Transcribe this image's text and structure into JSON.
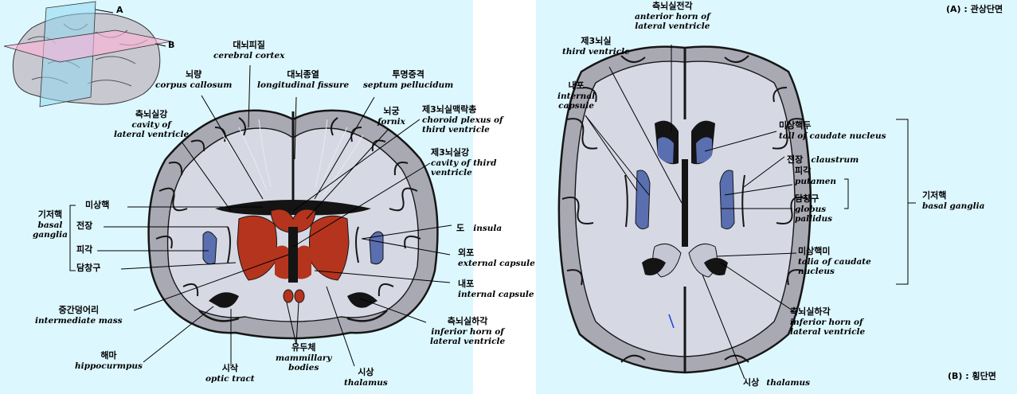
{
  "inset": {
    "plane_a": "A",
    "plane_b": "B"
  },
  "legend": {
    "a": "(A) : 관상단면",
    "b": "(B) : 횡단면"
  },
  "coronal": {
    "cerebral_cortex": {
      "ko": "대뇌피질",
      "en": "cerebral cortex"
    },
    "corpus_callosum": {
      "ko": "뇌량",
      "en": "corpus callosum"
    },
    "longitudinal_fissure": {
      "ko": "대뇌종열",
      "en": "longitudinal fissure"
    },
    "septum_pellucidum": {
      "ko": "투명중격",
      "en": "septum pellucidum"
    },
    "fornix": {
      "ko": "뇌궁",
      "en": "fornix"
    },
    "lateral_ventricle_cavity": {
      "ko": "측뇌실강",
      "en1": "cavity of",
      "en2": "lateral ventricle"
    },
    "choroid_plexus": {
      "ko": "제3뇌실맥락총",
      "en1": "choroid plexus of",
      "en2": "third ventricle"
    },
    "third_ventricle_cavity": {
      "ko": "제3뇌실강",
      "en1": "cavity of third",
      "en2": "ventricle"
    },
    "basal_ganglia": {
      "ko": "기저핵",
      "en1": "basal",
      "en2": "ganglia"
    },
    "caudate_nucleus": "미상핵",
    "claustrum": "전장",
    "putamen": "피각",
    "globus_pallidus": "담창구",
    "insula": {
      "ko": "도",
      "en": "insula"
    },
    "external_capsule": {
      "ko": "외포",
      "en": "external capsule"
    },
    "internal_capsule": {
      "ko": "내포",
      "en": "internal capsule"
    },
    "intermediate_mass": {
      "ko": "중간덩어리",
      "en": "intermediate mass"
    },
    "inferior_horn": {
      "ko": "측뇌실하각",
      "en1": "inferior horn of",
      "en2": "lateral ventricle"
    },
    "hippocampus": {
      "ko": "해마",
      "en": "hippocurmpus"
    },
    "optic_tract": {
      "ko": "시삭",
      "en": "optic tract"
    },
    "mammillary_bodies": {
      "ko": "유두체",
      "en1": "mammillary",
      "en2": "bodies"
    },
    "thalamus": {
      "ko": "시상",
      "en": "thalamus"
    }
  },
  "horizontal": {
    "anterior_horn": {
      "ko": "측뇌실전각",
      "en1": "anterior horn of",
      "en2": "lateral ventricle"
    },
    "third_ventricle": {
      "ko": "제3뇌실",
      "en": "third ventricle"
    },
    "internal_capsule": {
      "ko": "내포",
      "en1": "internal",
      "en2": "capsule"
    },
    "caudate_head": {
      "ko": "미상핵두",
      "en": "tail of caudate nucleus"
    },
    "claustrum": {
      "ko": "전장",
      "en": "claustrum"
    },
    "putamen": {
      "ko": "피각",
      "en": "putamen"
    },
    "globus_pallidus": {
      "ko": "담창구",
      "en1": "globus",
      "en2": "pallidus"
    },
    "basal_ganglia": {
      "ko": "기저핵",
      "en": "basal ganglia"
    },
    "caudate_tail": {
      "ko": "미상핵미",
      "en1": "talia of caudate",
      "en2": "nucleus"
    },
    "inferior_horn": {
      "ko": "측뇌실하각",
      "en1": "inferior horn of",
      "en2": "lateral ventricle"
    },
    "thalamus": {
      "ko": "시상",
      "en": "thalamus"
    }
  },
  "colors": {
    "background": "#ddf7ff",
    "cortex_gray": "#a9a9b4",
    "white_matter": "#d6d8e4",
    "outline": "#161616",
    "ventricle_dark": "#141414",
    "nuclei_red": "#b5341d",
    "nuclei_blue": "#5a6fb0"
  },
  "icons": {
    "coronal_section": "brain-coronal-section-illustration",
    "horizontal_section": "brain-horizontal-section-illustration",
    "inset": "brain-planes-inset"
  }
}
